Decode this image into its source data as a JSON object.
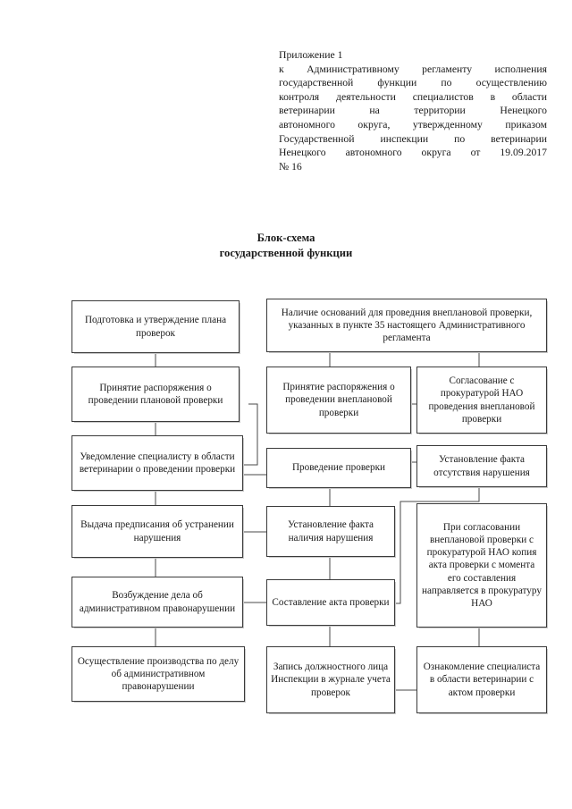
{
  "header": {
    "lines": [
      "Приложение 1",
      "к Административному регламенту исполнения",
      "государственной функции по осуществлению",
      "контроля деятельности специалистов в области",
      "ветеринарии на территории Ненецкого",
      "автономного округа, утвержденному приказом",
      "Государственной инспекции по ветеринарии",
      "Ненецкого автономного округа от 19.09.2017",
      "№ 16"
    ]
  },
  "title": {
    "line1": "Блок-схема",
    "line2": "государственной функции"
  },
  "flowchart": {
    "nodes": [
      {
        "id": "plan-approval",
        "text": "Подготовка и утверждение плана проверок"
      },
      {
        "id": "grounds-unscheduled",
        "text": "Наличие оснований для проведния внеплановой проверки, указанных в пункте 35 настоящего Административного регламента"
      },
      {
        "id": "order-scheduled",
        "text": "Принятие распоряжения о проведении плановой проверки"
      },
      {
        "id": "order-unscheduled",
        "text": "Принятие распоряжения о проведении внеплановой проверки"
      },
      {
        "id": "prosecutor-approval",
        "text": "Согласование с прокуратурой НАО проведения внеплановой проверки"
      },
      {
        "id": "notify-specialist",
        "text": "Уведомление специалисту в области ветеринарии о проведении проверки"
      },
      {
        "id": "conduct-inspection",
        "text": "Проведение проверки"
      },
      {
        "id": "no-violation-found",
        "text": "Установление факта отсутствия нарушения"
      },
      {
        "id": "issue-order-remedy",
        "text": "Выдача предписания об устранении нарушения"
      },
      {
        "id": "violation-found",
        "text": "Установление факта наличия нарушения"
      },
      {
        "id": "copy-to-prosecutor",
        "text": "При согласовании внеплановой проверки с прокуратурой НАО копия акта проверки с момента его составления направляется в прокуратуру НАО"
      },
      {
        "id": "initiate-admin-case",
        "text": "Возбуждение дела об административном правонарушении"
      },
      {
        "id": "draw-up-act",
        "text": "Составление акта проверки"
      },
      {
        "id": "conduct-admin-proceeding",
        "text": "Осуществление производства по делу об административном правонарушении"
      },
      {
        "id": "log-entry",
        "text": "Запись должностного лица Инспекции в журнале учета проверок"
      },
      {
        "id": "familiarize-specialist",
        "text": "Ознакомление специалиста в области ветеринарии с актом проверки"
      }
    ]
  }
}
